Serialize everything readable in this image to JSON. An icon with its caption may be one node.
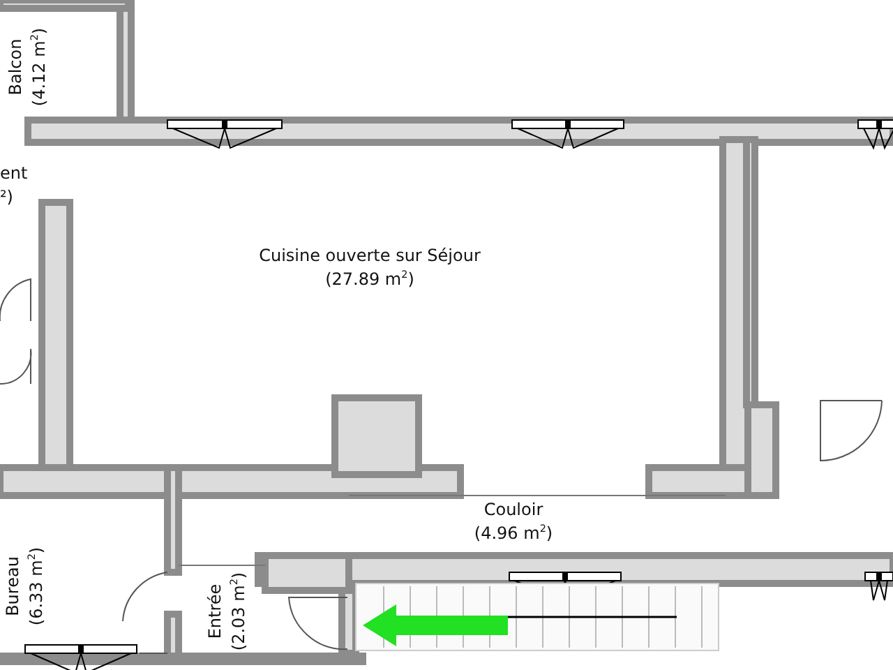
{
  "diagram": {
    "nodes": [
      {
        "text": [
          "Balcon",
          "(4.12 m$^{2}$)"
        ]
      },
      {
        "text": [
          "Cuisine ouverte sur Séjour",
          "(27.89 m$^{2}$)"
        ]
      },
      {
        "text": [
          "Couloir",
          "(4.96 m$^{2}$)"
        ]
      },
      {
        "text": [
          "Bureau",
          "(6.33 m$^{2}$)"
        ]
      },
      {
        "text": [
          "Entrée",
          "(2.03 m$^{2}$)"
        ]
      }
    ],
    "labels": [
      "ent",
      "²)"
    ]
  }
}
